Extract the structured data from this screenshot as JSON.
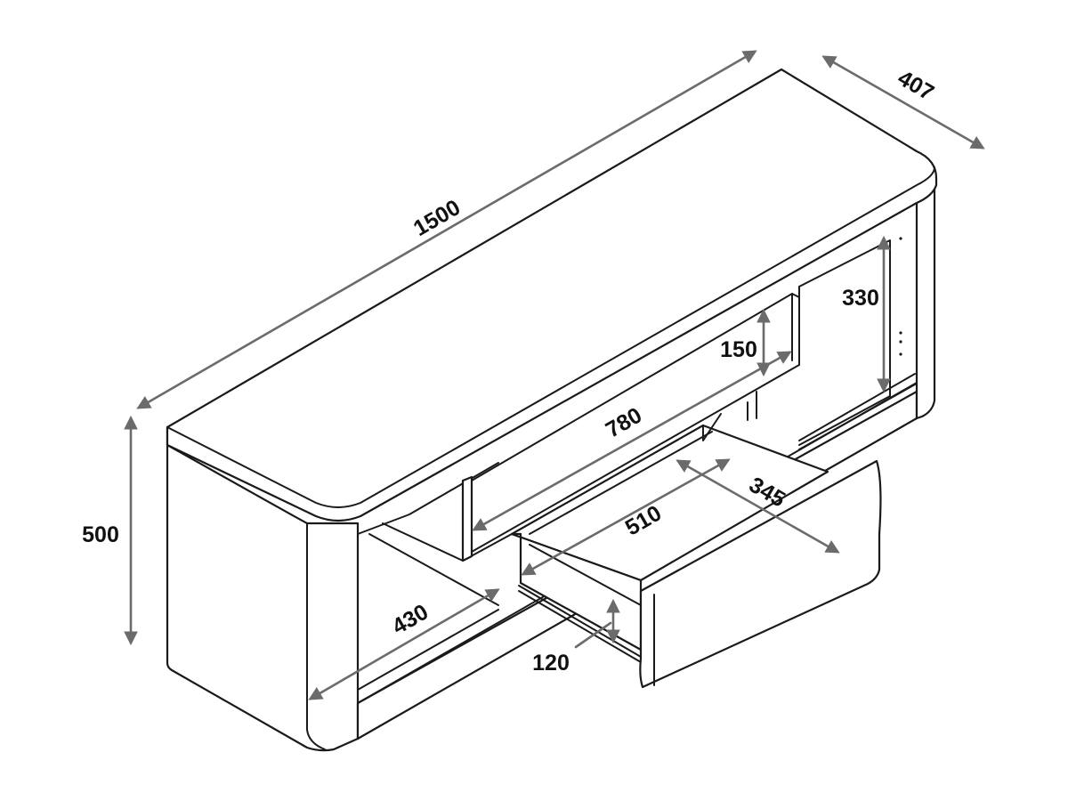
{
  "diagram": {
    "colors": {
      "outline": "#1a1a1a",
      "dimension": "#6b6b6b",
      "background": "#ffffff"
    },
    "dimensions": {
      "total_width": "1500",
      "depth": "407",
      "height": "500",
      "compartment_height": "330",
      "top_opening_height": "150",
      "top_opening_width": "780",
      "drawer_depth": "345",
      "drawer_width": "510",
      "shelf_depth": "430",
      "drawer_height": "120"
    }
  }
}
